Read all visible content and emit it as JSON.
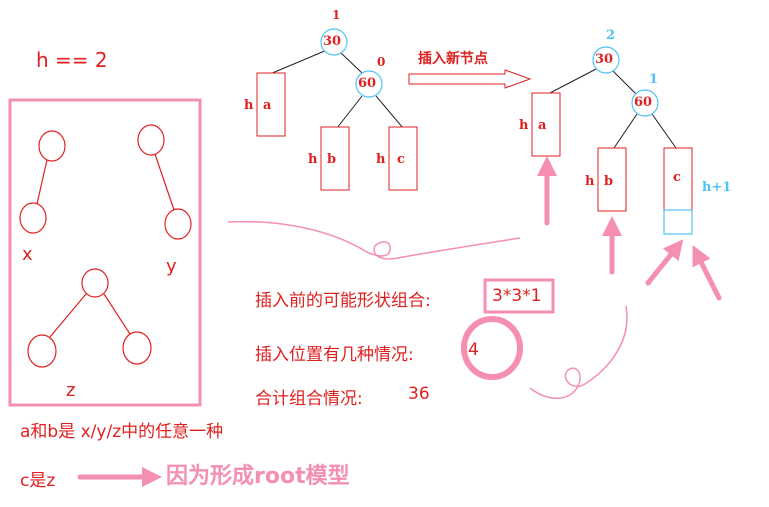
{
  "header": {
    "h_eq": "h == 2"
  },
  "shapes_box": {
    "x_label": "x",
    "y_label": "y",
    "z_label": "z"
  },
  "tree_before": {
    "root_value": "30",
    "root_balance": "1",
    "right_value": "60",
    "right_balance": "0",
    "a_label": "a",
    "a_height": "h",
    "b_label": "b",
    "b_height": "h",
    "c_label": "c",
    "c_height": "h"
  },
  "arrow_label": "插入新节点",
  "tree_after": {
    "root_value": "30",
    "root_balance": "2",
    "right_value": "60",
    "right_balance": "1",
    "a_label": "a",
    "a_height": "h",
    "b_label": "b",
    "b_height": "h",
    "c_label": "c",
    "c_height": "h+1"
  },
  "notes": {
    "shape_combo_label": "插入前的可能形状组合:",
    "shape_combo_value": "3*3*1",
    "position_label": "插入位置有几种情况:",
    "position_value": "4",
    "total_label": "合计组合情况:",
    "total_value": "36",
    "ab_note": "a和b是 x/y/z中的任意一种",
    "c_note": "c是z",
    "reason": "因为形成root模型"
  },
  "colors": {
    "red": "#e02020",
    "pink": "#f48fb1",
    "cyan": "#4fc3f7",
    "text": "#333333"
  }
}
